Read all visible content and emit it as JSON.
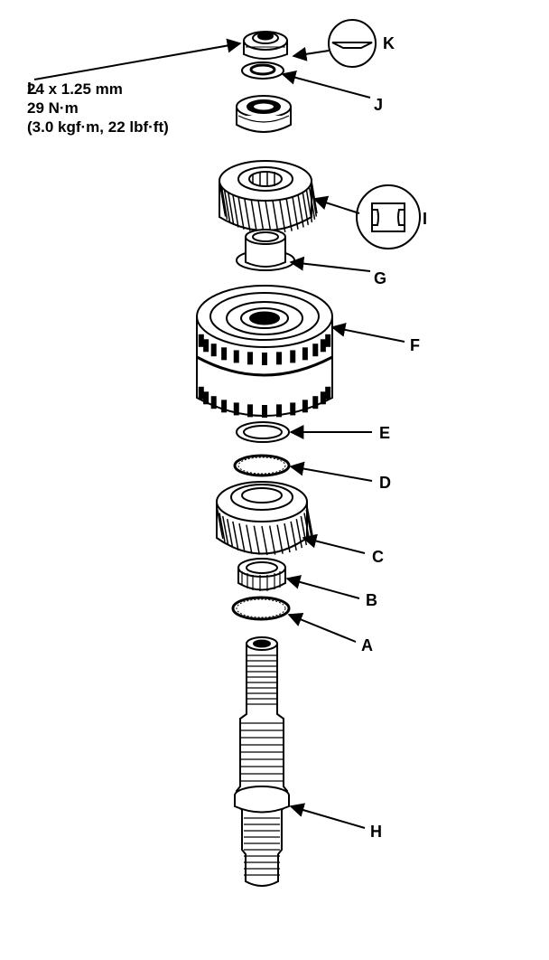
{
  "callouts": {
    "A": "A",
    "B": "B",
    "C": "C",
    "D": "D",
    "E": "E",
    "F": "F",
    "G": "G",
    "H": "H",
    "I": "I",
    "J": "J",
    "K": "K",
    "L": "L"
  },
  "spec": {
    "thread": "24 x 1.25 mm",
    "torque_nm": "29 N·m",
    "torque_alt": "(3.0 kgf·m, 22 lbf·ft)"
  }
}
